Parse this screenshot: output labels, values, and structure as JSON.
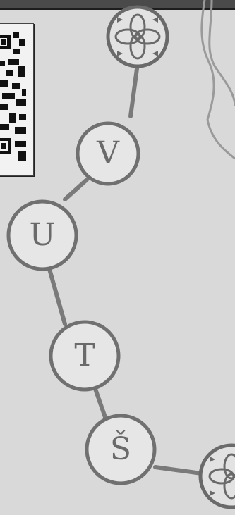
{
  "path_letters": [
    "V",
    "U",
    "T",
    "Š"
  ],
  "colors": {
    "background": "#d9d9d9",
    "line": "#737373",
    "circle_fill": "#e6e6e6",
    "top_bar": "#4a4a4a"
  },
  "icons": [
    "qr-code-icon",
    "knot-emblem-icon"
  ]
}
